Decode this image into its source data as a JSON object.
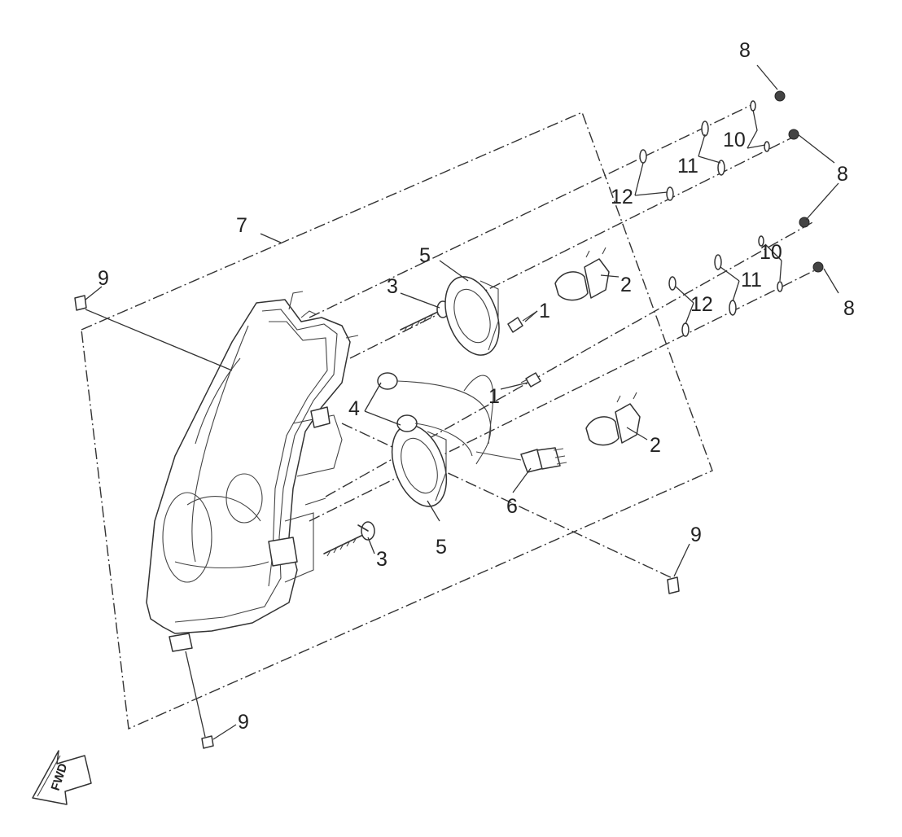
{
  "callouts": {
    "n1a": "1",
    "n1b": "1",
    "n2a": "2",
    "n2b": "2",
    "n3a": "3",
    "n3b": "3",
    "n4": "4",
    "n5a": "5",
    "n5b": "5",
    "n6": "6",
    "n7": "7",
    "n8a": "8",
    "n8b": "8",
    "n8c": "8",
    "n9a": "9",
    "n9b": "9",
    "n9c": "9",
    "n10a": "10",
    "n10b": "10",
    "n11a": "11",
    "n11b": "11",
    "n12a": "12",
    "n12b": "12"
  },
  "direction_marker": {
    "label": "FWD",
    "icon": "forward-arrow-icon"
  }
}
